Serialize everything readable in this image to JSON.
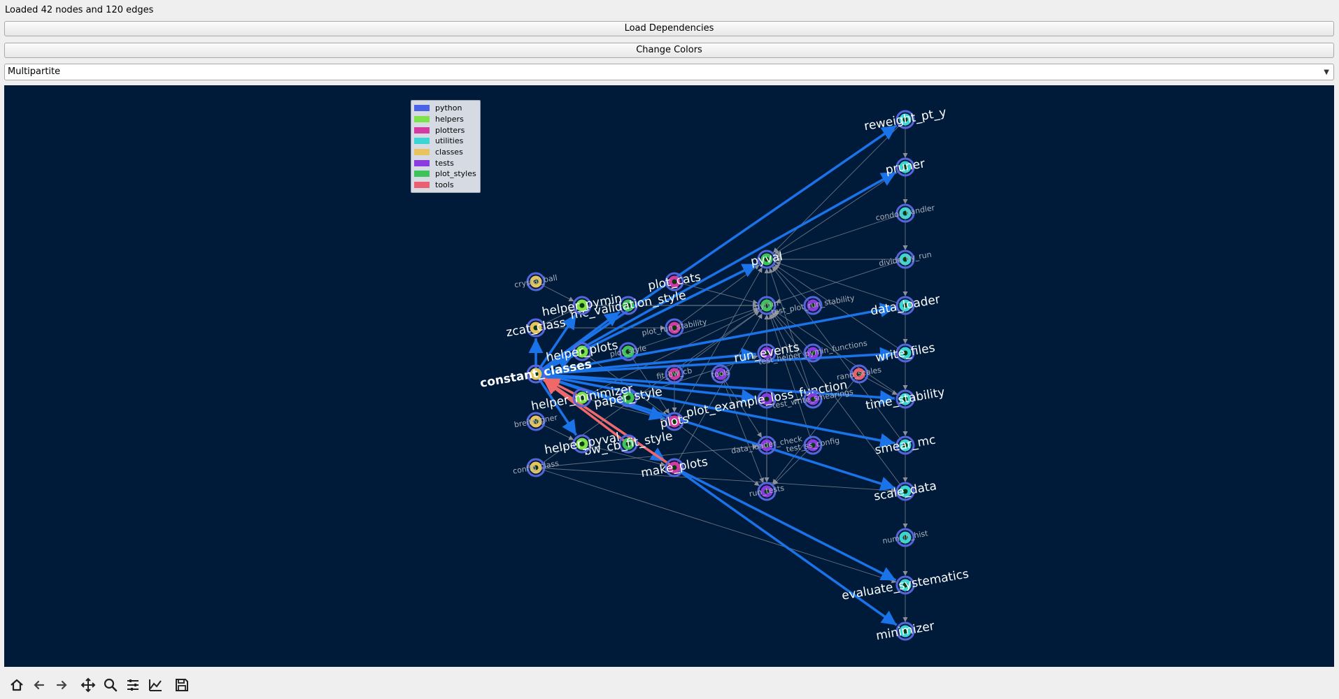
{
  "status_text": "Loaded 42 nodes and 120 edges",
  "buttons": {
    "load": "Load Dependencies",
    "colors": "Change Colors"
  },
  "layout_select": {
    "value": "Multipartite"
  },
  "legend": [
    {
      "label": "python",
      "color": "#4a63e6"
    },
    {
      "label": "helpers",
      "color": "#7ee34a"
    },
    {
      "label": "plotters",
      "color": "#d43aa4"
    },
    {
      "label": "utilities",
      "color": "#3ad6d6"
    },
    {
      "label": "classes",
      "color": "#e8c35e"
    },
    {
      "label": "tests",
      "color": "#8a3ae0"
    },
    {
      "label": "plot_styles",
      "color": "#3ec25c"
    },
    {
      "label": "tools",
      "color": "#ea6070"
    }
  ],
  "nodes": [
    {
      "id": "reweight_pt_y",
      "group": "utilities",
      "label_size": "large"
    },
    {
      "id": "pruner",
      "group": "utilities",
      "label_size": "large"
    },
    {
      "id": "condor_handler",
      "group": "utilities",
      "label_size": "small"
    },
    {
      "id": "divide_by_run",
      "group": "utilities",
      "label_size": "small"
    },
    {
      "id": "data_loader",
      "group": "utilities",
      "label_size": "large"
    },
    {
      "id": "write_files",
      "group": "utilities",
      "label_size": "large"
    },
    {
      "id": "time_stability",
      "group": "utilities",
      "label_size": "large"
    },
    {
      "id": "smear_mc",
      "group": "utilities",
      "label_size": "large"
    },
    {
      "id": "scale_data",
      "group": "utilities",
      "label_size": "large"
    },
    {
      "id": "num_in_hist",
      "group": "utilities",
      "label_size": "small"
    },
    {
      "id": "evaluate_systematics",
      "group": "utilities",
      "label_size": "large"
    },
    {
      "id": "minimizer",
      "group": "utilities",
      "label_size": "large"
    },
    {
      "id": "pyval",
      "group": "plot_styles",
      "label_size": "large"
    },
    {
      "id": "pymin",
      "group": "plot_styles",
      "label_size": "small"
    },
    {
      "id": "run_events",
      "group": "tests",
      "label_size": "large"
    },
    {
      "id": "plot_example_loss_function",
      "group": "tests",
      "label_size": "large"
    },
    {
      "id": "data_loader_check",
      "group": "tests",
      "label_size": "small"
    },
    {
      "id": "run_tests",
      "group": "tests",
      "label_size": "small"
    },
    {
      "id": "test_plot_run_stability",
      "group": "tests",
      "label_size": "small"
    },
    {
      "id": "test_helper_pymin_functions",
      "group": "tests",
      "label_size": "small"
    },
    {
      "id": "test_write_smearings",
      "group": "tests",
      "label_size": "small"
    },
    {
      "id": "test_ss_config",
      "group": "tests",
      "label_size": "small"
    },
    {
      "id": "tools",
      "group": "tests",
      "label_size": "small"
    },
    {
      "id": "rand_scales",
      "group": "tools",
      "label_size": "small"
    },
    {
      "id": "plot_cats",
      "group": "plotters",
      "label_size": "large"
    },
    {
      "id": "plot_run_stability",
      "group": "plotters",
      "label_size": "small"
    },
    {
      "id": "fit_bw_cb",
      "group": "plotters",
      "label_size": "small"
    },
    {
      "id": "plots",
      "group": "plotters",
      "label_size": "large"
    },
    {
      "id": "make_plots",
      "group": "plotters",
      "label_size": "large"
    },
    {
      "id": "mc_validation_style",
      "group": "plot_styles",
      "label_size": "large"
    },
    {
      "id": "plot_style",
      "group": "plot_styles",
      "label_size": "small"
    },
    {
      "id": "paper_style",
      "group": "plot_styles",
      "label_size": "large"
    },
    {
      "id": "bw_cb_fit_style",
      "group": "plot_styles",
      "label_size": "large"
    },
    {
      "id": "helper_pymin",
      "group": "helpers",
      "label_size": "large"
    },
    {
      "id": "helper_plots",
      "group": "helpers",
      "label_size": "large"
    },
    {
      "id": "helper_minimizer",
      "group": "helpers",
      "label_size": "large"
    },
    {
      "id": "helper_pyval",
      "group": "helpers",
      "label_size": "large"
    },
    {
      "id": "crystal_ball",
      "group": "classes",
      "label_size": "small"
    },
    {
      "id": "zcat_class",
      "group": "classes",
      "label_size": "large"
    },
    {
      "id": "constant_classes",
      "group": "classes",
      "label_size": "bold"
    },
    {
      "id": "breitwigner",
      "group": "classes",
      "label_size": "small"
    },
    {
      "id": "config_class",
      "group": "classes",
      "label_size": "small"
    }
  ],
  "highlight_edges": [
    [
      "constant_classes",
      "reweight_pt_y"
    ],
    [
      "constant_classes",
      "pruner"
    ],
    [
      "constant_classes",
      "pyval"
    ],
    [
      "constant_classes",
      "data_loader"
    ],
    [
      "constant_classes",
      "run_events"
    ],
    [
      "constant_classes",
      "write_files"
    ],
    [
      "constant_classes",
      "time_stability"
    ],
    [
      "constant_classes",
      "plot_example_loss_function"
    ],
    [
      "constant_classes",
      "smear_mc"
    ],
    [
      "constant_classes",
      "scale_data"
    ],
    [
      "constant_classes",
      "plots"
    ],
    [
      "constant_classes",
      "make_plots"
    ],
    [
      "constant_classes",
      "helper_pyval"
    ],
    [
      "constant_classes",
      "zcat_class"
    ],
    [
      "constant_classes",
      "helper_pymin"
    ],
    [
      "constant_classes",
      "helper_plots"
    ],
    [
      "constant_classes",
      "mc_validation_style"
    ],
    [
      "make_plots",
      "evaluate_systematics"
    ],
    [
      "make_plots",
      "minimizer"
    ]
  ],
  "incoming_edges": [
    [
      "helper_minimizer",
      "constant_classes"
    ],
    [
      "bw_cb_fit_style",
      "constant_classes"
    ],
    [
      "make_plots",
      "constant_classes"
    ]
  ],
  "toolbar": [
    {
      "name": "home-icon"
    },
    {
      "name": "back-icon"
    },
    {
      "name": "forward-icon"
    },
    {
      "name": "pan-icon"
    },
    {
      "name": "zoom-icon"
    },
    {
      "name": "configure-subplots-icon"
    },
    {
      "name": "edit-axis-icon"
    },
    {
      "name": "save-icon"
    }
  ]
}
